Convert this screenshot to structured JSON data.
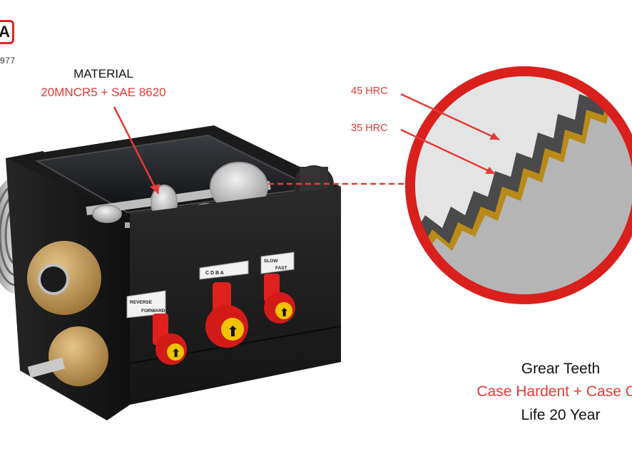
{
  "logo": {
    "letter": "A",
    "year_text": "977"
  },
  "material": {
    "title": "MATERIAL",
    "value": "20MNCR5 + SAE 8620"
  },
  "hardness": {
    "outer": "45 HRC",
    "inner": "35 HRC"
  },
  "gear_info": {
    "line1": "Grear Teeth",
    "line2": "Case Hardent + Case Ca",
    "line3": "Life 20 Year"
  },
  "plates": {
    "left_top": "REVERSE",
    "left_bottom": "FORWARD",
    "middle": "C  D  B  A",
    "right_top": "SLOW",
    "right_bottom": "FAST"
  },
  "colors": {
    "accent_red": "#e83a36",
    "frame_red": "#d9201d",
    "case_layer": "#b8860b",
    "body_black": "#1f1f1f",
    "brass": "#c9a063"
  },
  "icons": [
    "logo-mark",
    "gearbox-illustration",
    "gear-teeth-magnifier",
    "leader-arrow",
    "dashed-connector"
  ]
}
